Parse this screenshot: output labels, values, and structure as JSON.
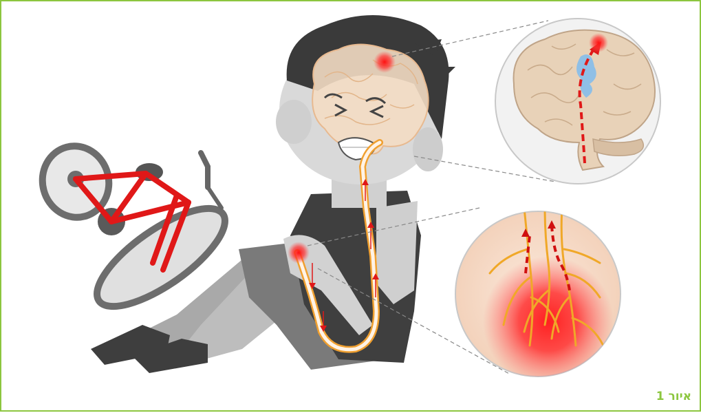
{
  "figure": {
    "caption": "איור 1",
    "caption_color": "#8cc63f",
    "border_color": "#8cc63f",
    "illustration_icon": "child-fallen-off-bicycle-pain-signal-icon",
    "pain_color": "#e01818",
    "nerve_color": "#f0a030",
    "brain_color": "#e8d2b8",
    "insets": [
      {
        "name": "brain-inset",
        "icon": "brain-with-pathway-icon"
      },
      {
        "name": "nerve-inset",
        "icon": "nerve-endings-pain-icon"
      }
    ]
  }
}
